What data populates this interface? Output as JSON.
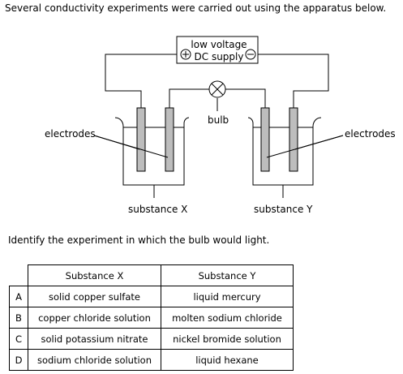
{
  "intro_text": "Several conductivity experiments were carried out using the apparatus below.",
  "question_text": "Identify the experiment in which the bulb would light.",
  "diagram": {
    "supply_line1": "low voltage",
    "supply_line2": "DC supply",
    "positive_symbol": "+",
    "negative_symbol": "−",
    "bulb_label": "bulb",
    "electrodes_left": "electrodes",
    "electrodes_right": "electrodes",
    "substance_x_label": "substance X",
    "substance_y_label": "substance Y"
  },
  "table": {
    "header_x": "Substance X",
    "header_y": "Substance Y",
    "rows": [
      {
        "letter": "A",
        "x": "solid copper sulfate",
        "y": "liquid mercury"
      },
      {
        "letter": "B",
        "x": "copper chloride solution",
        "y": "molten sodium chloride"
      },
      {
        "letter": "C",
        "x": "solid potassium nitrate",
        "y": "nickel bromide solution"
      },
      {
        "letter": "D",
        "x": "sodium chloride solution",
        "y": "liquid hexane"
      }
    ]
  },
  "colors": {
    "electrode_fill": "#bdbdbd",
    "line": "#000000"
  }
}
